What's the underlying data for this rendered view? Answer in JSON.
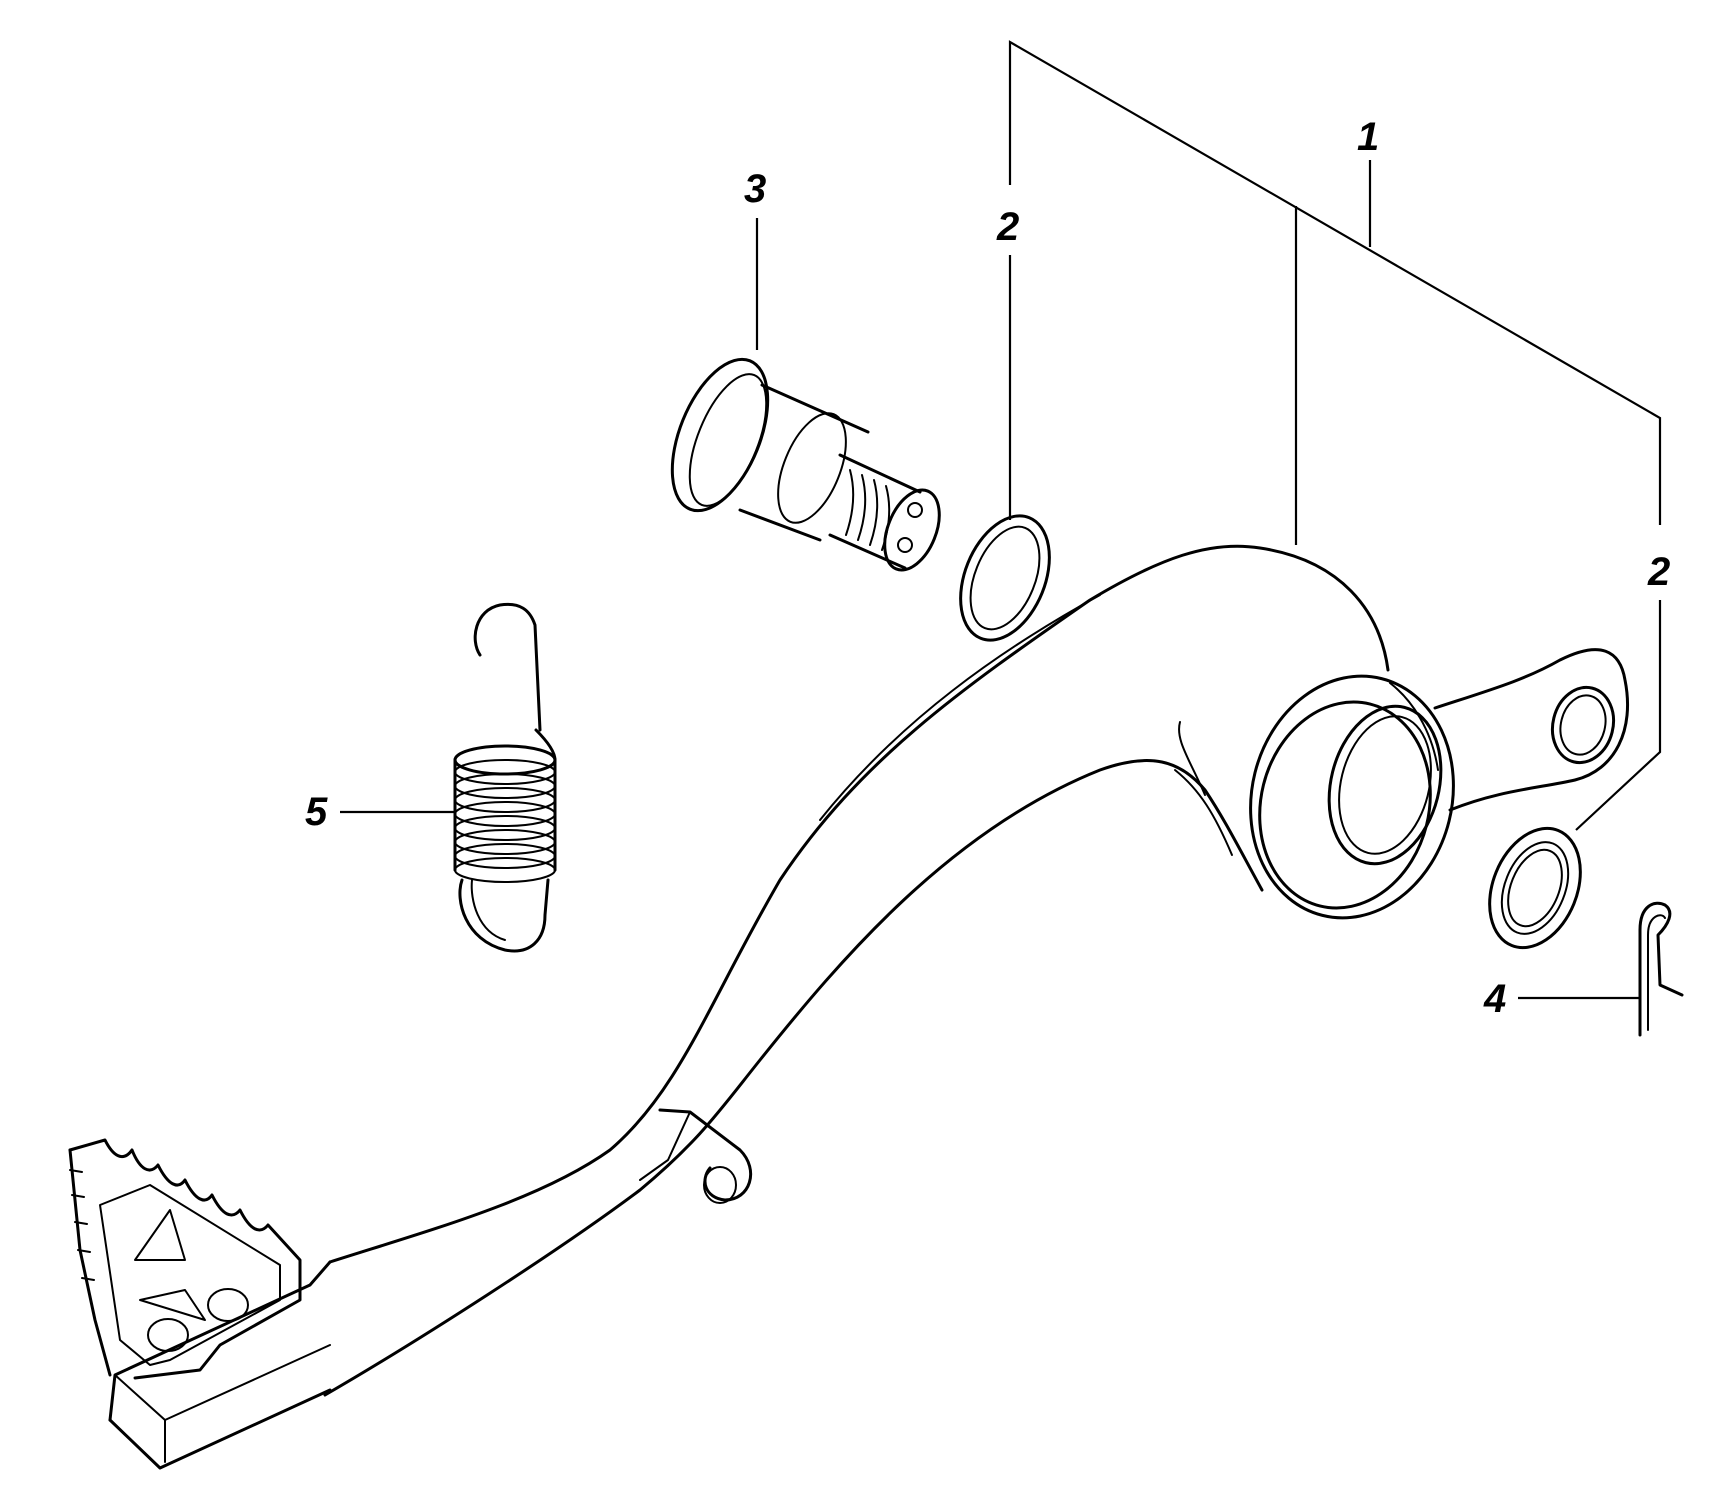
{
  "callouts": {
    "brake_pedal_assembly": "1",
    "washer_upper": "2",
    "washer_lower": "2",
    "pivot_bolt": "3",
    "cotter_pin": "4",
    "return_spring": "5"
  }
}
